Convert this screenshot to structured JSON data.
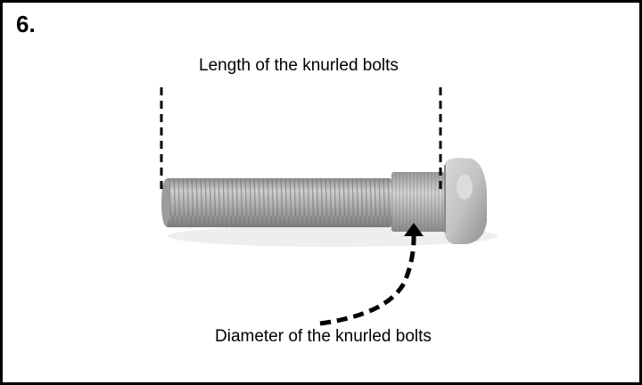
{
  "step_number": "6.",
  "labels": {
    "length": "Length of the knurled bolts",
    "diameter": "Diameter of the knurled bolts"
  },
  "colors": {
    "frame": "#000000",
    "background": "#ffffff",
    "bolt_light": "#d8d8d8",
    "bolt_mid": "#a9a9a9",
    "bolt_dark": "#7a7a7a",
    "shadow": "#e3e3e3"
  },
  "photo": {
    "subject": "wheel-stud-bolt"
  }
}
